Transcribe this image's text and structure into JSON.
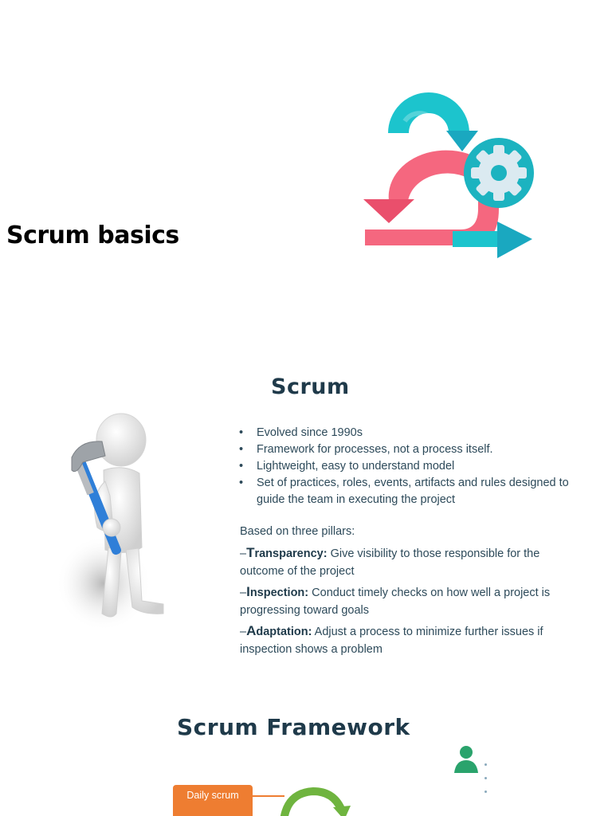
{
  "slide1": {
    "title": "Scrum basics",
    "logo_icon": "scrum-cycle-gear-icon",
    "colors": {
      "pink": "#f5677f",
      "teal": "#1cc4cd",
      "gear_ring": "#1cb3c0",
      "gear_center": "#dbeaf1"
    }
  },
  "slide2": {
    "title": "Scrum",
    "figure_icon": "stick-figure-with-hammer-icon",
    "bullets": [
      "Evolved since 1990s",
      "Framework for processes, not a process itself.",
      "Lightweight, easy to understand model",
      "Set of practices, roles, events, artifacts and rules designed to guide the team in executing the project"
    ],
    "pillars_intro": "Based on three pillars:",
    "pillars": [
      {
        "prefix": "–",
        "cap": "T",
        "rest": "ransparency:",
        "text": " Give visibility to those responsible for the outcome of the project"
      },
      {
        "prefix": "–",
        "cap": "I",
        "rest": "nspection:",
        "text": " Conduct timely checks on how well a project is progressing toward goals"
      },
      {
        "prefix": "–",
        "cap": "A",
        "rest": "daptation:",
        "text": " Adjust a process to minimize further issues if inspection shows a problem"
      }
    ],
    "colors": {
      "hammer_handle": "#2f7fd8"
    }
  },
  "slide3": {
    "title": "Scrum Framework",
    "daily_scrum_label": "Daily scrum",
    "person_icon": "person-icon",
    "colors": {
      "box": "#ee7d31",
      "arrow": "#6fb43f",
      "person": "#2aa36c"
    }
  }
}
